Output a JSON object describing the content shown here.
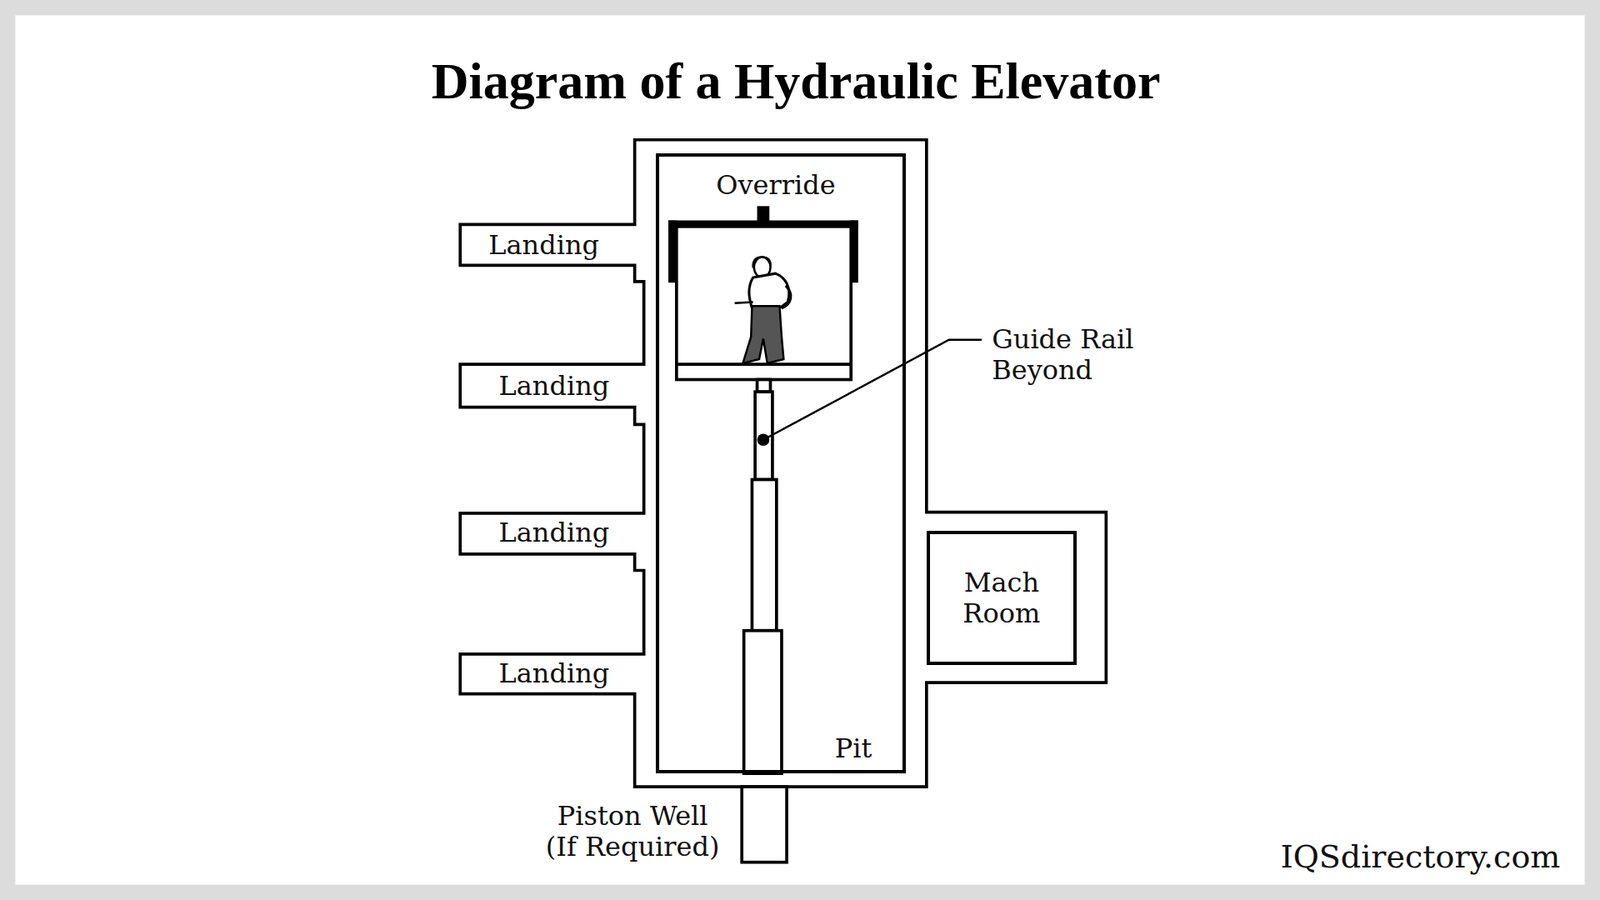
{
  "diagram": {
    "title": "Diagram of a Hydraulic Elevator",
    "nodes": [
      {
        "text": [
          "Override",
          "Pit"
        ]
      },
      {
        "text": [
          "Mach Room"
        ]
      }
    ],
    "labels": [
      "Landing",
      "Landing",
      "Landing",
      "Landing",
      "Guide Rail Beyond",
      "Piston Well (If Required)",
      "IQSdirectory.com"
    ]
  }
}
